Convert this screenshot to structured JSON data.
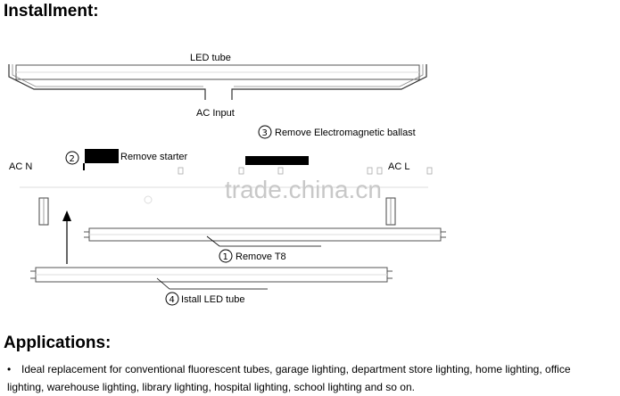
{
  "headings": {
    "installment": "Installment:",
    "applications": "Applications:"
  },
  "diagram": {
    "led_tube_top": "LED tube",
    "ac_input": "AC Input",
    "ac_n": "AC N",
    "ac_l": "AC L",
    "step2_num": "2",
    "step2_label": "Remove starter",
    "step3_num": "3",
    "step3_label": "Remove Electromagnetic ballast",
    "step1_num": "1",
    "step1_label": "Remove T8",
    "step4_num": "4",
    "step4_label": "Istall LED tube",
    "watermark": "trade.china.cn"
  },
  "applications": {
    "line1": "Ideal replacement for conventional fluorescent tubes, garage lighting, department store lighting, home lighting, office",
    "line2": "lighting, warehouse lighting, library lighting, hospital lighting, school lighting and so on."
  }
}
